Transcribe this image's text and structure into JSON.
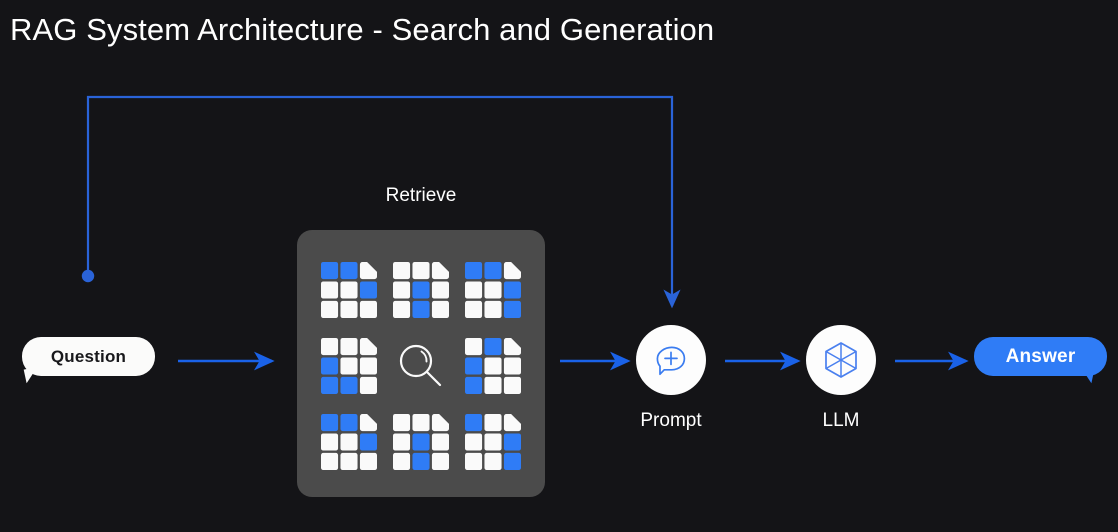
{
  "page": {
    "title": "RAG System Architecture - Search and Generation",
    "background_color": "#141417"
  },
  "colors": {
    "accent_blue": "#2f7cf6",
    "arrow_blue": "#1a62e8",
    "panel_gray": "#4b4b4b",
    "doc_white": "#fafafa",
    "text_white": "#ffffff",
    "node_white": "#fdfdfd"
  },
  "nodes": {
    "question": {
      "label": "Question",
      "shape": "speech-bubble",
      "fill": "#fbfbfa",
      "text_color": "#18181b"
    },
    "retrieve": {
      "label": "Retrieve",
      "panel_fill": "#4b4b4b"
    },
    "prompt": {
      "label": "Prompt",
      "icon": "chat-plus-icon"
    },
    "llm": {
      "label": "LLM",
      "icon": "hexagon-cube-icon"
    },
    "answer": {
      "label": "Answer",
      "shape": "speech-bubble",
      "fill": "#2f7cf6",
      "text_color": "#ffffff"
    }
  },
  "documents": [
    {
      "name": "document-1",
      "cells": [
        "blue",
        "blue",
        "fold",
        "white",
        "white",
        "blue",
        "white",
        "white",
        "white"
      ]
    },
    {
      "name": "document-2",
      "cells": [
        "white",
        "white",
        "fold",
        "white",
        "blue",
        "white",
        "white",
        "blue",
        "white"
      ]
    },
    {
      "name": "document-3",
      "cells": [
        "blue",
        "blue",
        "fold",
        "white",
        "white",
        "blue",
        "white",
        "white",
        "blue"
      ]
    },
    {
      "name": "document-4",
      "cells": [
        "white",
        "white",
        "fold",
        "blue",
        "white",
        "white",
        "blue",
        "blue",
        "white"
      ]
    },
    {
      "name": "magnifier",
      "cells": []
    },
    {
      "name": "document-6",
      "cells": [
        "white",
        "blue",
        "fold",
        "blue",
        "white",
        "white",
        "blue",
        "white",
        "white"
      ]
    },
    {
      "name": "document-7",
      "cells": [
        "blue",
        "blue",
        "fold",
        "white",
        "white",
        "blue",
        "white",
        "white",
        "white"
      ]
    },
    {
      "name": "document-8",
      "cells": [
        "white",
        "white",
        "fold",
        "white",
        "blue",
        "white",
        "white",
        "blue",
        "white"
      ]
    },
    {
      "name": "document-9",
      "cells": [
        "blue",
        "white",
        "fold",
        "white",
        "white",
        "blue",
        "white",
        "white",
        "blue"
      ]
    }
  ],
  "connections": [
    {
      "name": "question-to-retrieve",
      "from": "question",
      "to": "retrieve",
      "style": "arrow"
    },
    {
      "name": "retrieve-to-prompt",
      "from": "retrieve",
      "to": "prompt",
      "style": "arrow"
    },
    {
      "name": "prompt-to-llm",
      "from": "prompt",
      "to": "llm",
      "style": "arrow"
    },
    {
      "name": "llm-to-answer",
      "from": "llm",
      "to": "answer",
      "style": "arrow"
    },
    {
      "name": "feedback-to-prompt",
      "from": "question",
      "to": "prompt",
      "style": "elbow-arrow-with-dot"
    }
  ]
}
